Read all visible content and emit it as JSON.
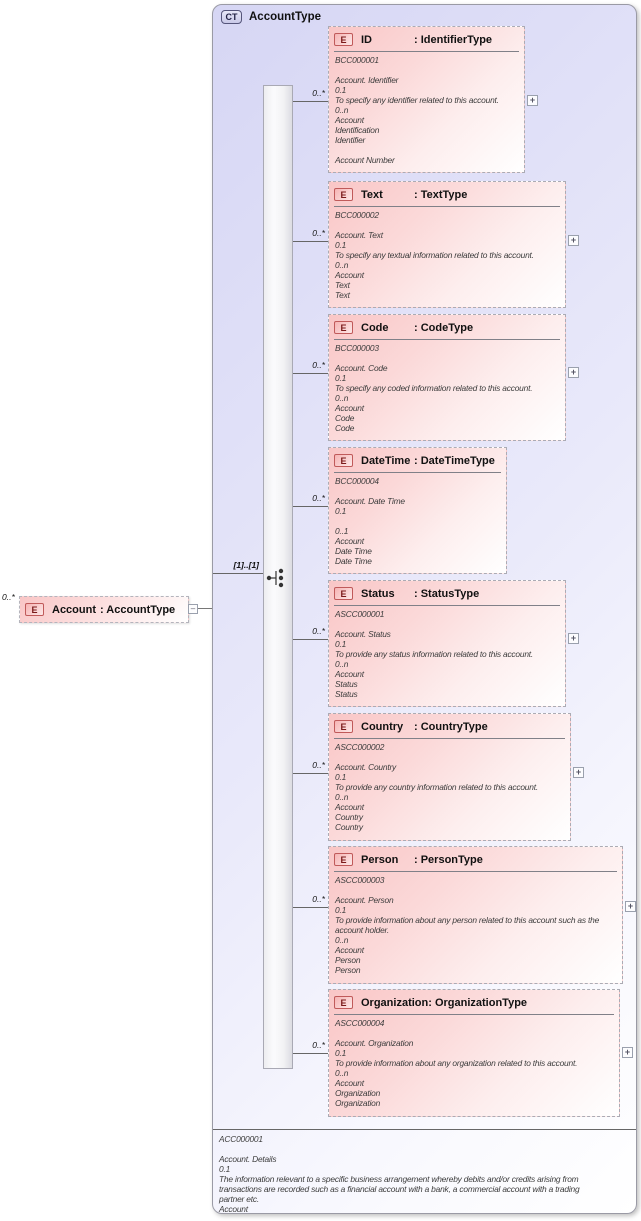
{
  "complex_type": {
    "badge": "CT",
    "name": "AccountType"
  },
  "root_element": {
    "badge": "E",
    "cardinality": "0..*",
    "name": "Account",
    "type_suffix": ": AccountType",
    "collapse_glyph": "–"
  },
  "sequence": {
    "cardinality": "[1]..[1]"
  },
  "expand_glyph": "+",
  "children": [
    {
      "badge": "E",
      "name": "ID",
      "type_suffix": ": IdentifierType",
      "cardinality": "0..*",
      "expandable": true,
      "doc_lines": [
        "BCC000001",
        "",
        "Account. Identifier",
        "0.1",
        "To specify any identifier related to this account.",
        "0..n",
        "Account",
        "Identification",
        "Identifier",
        "",
        "Account Number"
      ]
    },
    {
      "badge": "E",
      "name": "Text",
      "type_suffix": ": TextType",
      "cardinality": "0..*",
      "expandable": true,
      "doc_lines": [
        "BCC000002",
        "",
        "Account. Text",
        "0.1",
        "To specify any textual information related to this account.",
        "0..n",
        "Account",
        "Text",
        "Text"
      ]
    },
    {
      "badge": "E",
      "name": "Code",
      "type_suffix": ": CodeType",
      "cardinality": "0..*",
      "expandable": true,
      "doc_lines": [
        "BCC000003",
        "",
        "Account. Code",
        "0.1",
        "To specify any coded information related to this account.",
        "0..n",
        "Account",
        "Code",
        "Code"
      ]
    },
    {
      "badge": "E",
      "name": "DateTime",
      "type_suffix": ": DateTimeType",
      "cardinality": "0..*",
      "expandable": false,
      "doc_lines": [
        "BCC000004",
        "",
        "Account. Date Time",
        "0.1",
        "",
        "0..1",
        "Account",
        "Date Time",
        "Date Time"
      ]
    },
    {
      "badge": "E",
      "name": "Status",
      "type_suffix": ": StatusType",
      "cardinality": "0..*",
      "expandable": true,
      "doc_lines": [
        "ASCC000001",
        "",
        "Account. Status",
        "0.1",
        "To provide any status information related to this account.",
        "0..n",
        "Account",
        "Status",
        "Status"
      ]
    },
    {
      "badge": "E",
      "name": "Country",
      "type_suffix": ": CountryType",
      "cardinality": "0..*",
      "expandable": true,
      "doc_lines": [
        "ASCC000002",
        "",
        "Account. Country",
        "0.1",
        "To provide any country information related to this account.",
        "0..n",
        "Account",
        "Country",
        "Country"
      ]
    },
    {
      "badge": "E",
      "name": "Person",
      "type_suffix": ": PersonType",
      "cardinality": "0..*",
      "expandable": true,
      "doc_lines": [
        "ASCC000003",
        "",
        "Account. Person",
        "0.1",
        "To provide information about any person related to this account such as the account holder.",
        "0..n",
        "Account",
        "Person",
        "Person"
      ]
    },
    {
      "badge": "E",
      "name": "Organization",
      "type_suffix": ": OrganizationType",
      "cardinality": "0..*",
      "expandable": true,
      "doc_lines": [
        "ASCC000004",
        "",
        "Account. Organization",
        "0.1",
        "To provide information about any organization related to this account.",
        "0..n",
        "Account",
        "Organization",
        "Organization"
      ]
    }
  ],
  "footer_lines": [
    "ACC000001",
    "",
    "Account. Details",
    "0.1",
    "The information relevant to a specific business arrangement whereby debits and/or credits arising from transactions are recorded such as a financial account with a bank, a commercial account with a trading partner etc.",
    "Account"
  ],
  "colors": {
    "container_fill": "#d6d6f4",
    "element_fill": "#f9c6c6",
    "badge_border": "#c05a5a",
    "connector": "#666666"
  }
}
